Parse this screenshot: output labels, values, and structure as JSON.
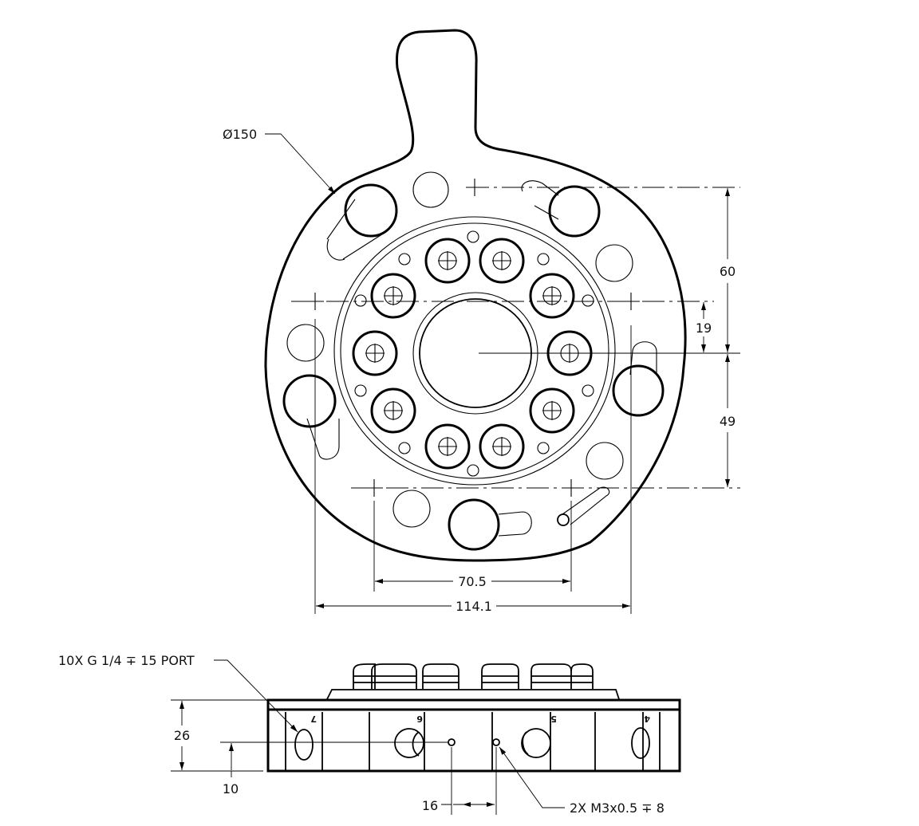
{
  "drawing": {
    "top_view": {
      "outer_diameter_label": "Ø150",
      "dim_vertical_upper": "60",
      "dim_vertical_offset": "19",
      "dim_vertical_lower": "49",
      "dim_horizontal_inner": "70.5",
      "dim_horizontal_outer": "114.1"
    },
    "side_view": {
      "port_callout": "10X G 1/4 ∓ 15 PORT",
      "dim_height": "26",
      "dim_port_height": "10",
      "dim_hole_spacing": "16",
      "thread_callout": "2X M3x0.5 ∓ 8",
      "port_numbers": [
        "7",
        "6",
        "5",
        "4"
      ]
    }
  },
  "colors": {
    "line": "#000000",
    "background": "#ffffff"
  }
}
